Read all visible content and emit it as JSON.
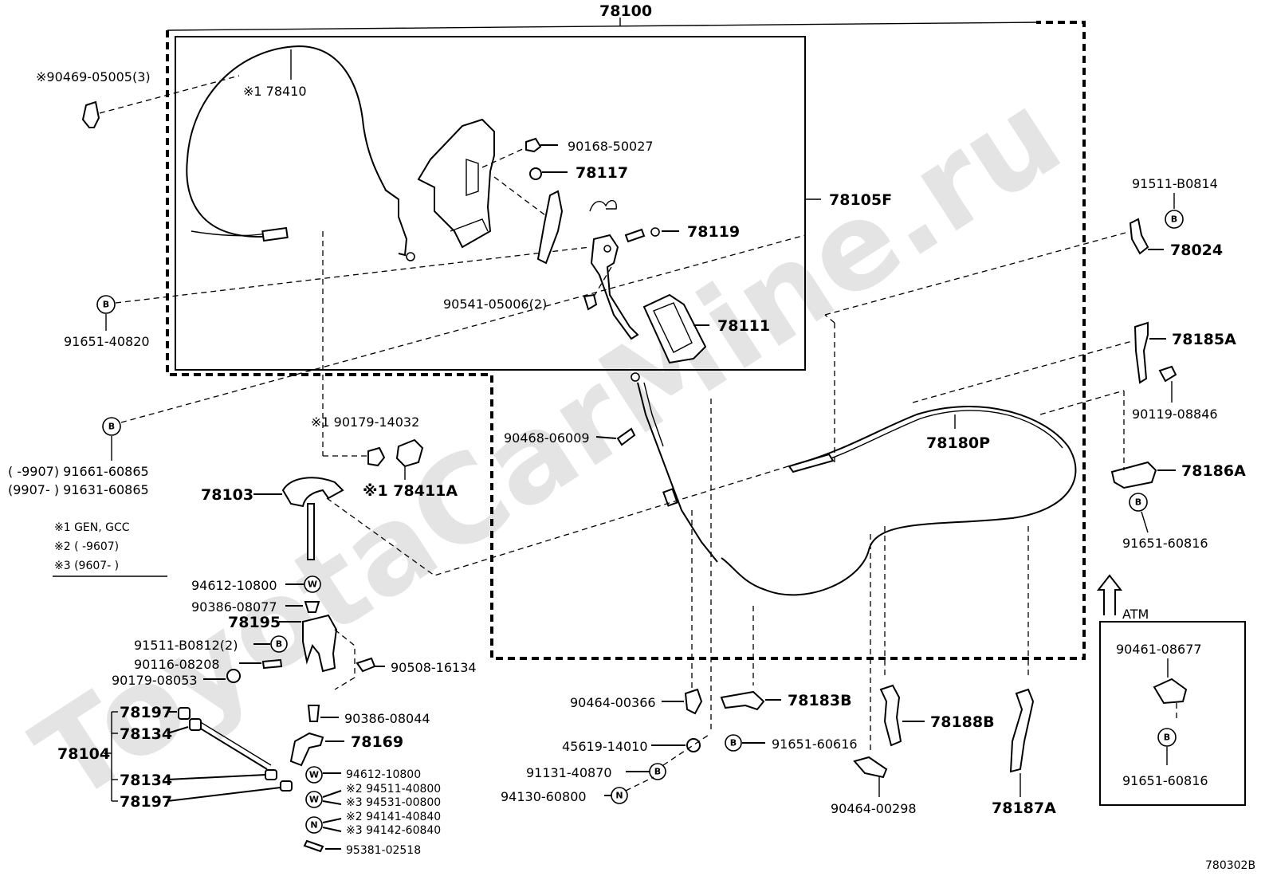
{
  "watermark": "ToyotaCarMine.ru",
  "diagram_id": "780302B",
  "group_top": "78100",
  "group_inner": "78105F",
  "group_lever": "78104",
  "legend": {
    "n1": "※1 GEN, GCC",
    "n2": "※2 (      -9607)",
    "n3": "※3 (9607-        )"
  },
  "atm_label": "ATM",
  "symbols": {
    "B": "B",
    "W": "W",
    "N": "N"
  },
  "labels": {
    "p90469": "※90469-05005(3)",
    "p78410": "※1 78410",
    "p90168": "90168-50027",
    "p78117": "78117",
    "p78119": "78119",
    "p90541": "90541-05006(2)",
    "p78111": "78111",
    "p91651_40820": "91651-40820",
    "p91511_b0814": "91511-B0814",
    "p78024": "78024",
    "p78185a": "78185A",
    "p90119": "90119-08846",
    "p90179_14032": "※1 90179-14032",
    "p78411a": "※1 78411A",
    "p91661": "(    -9907) 91661-60865",
    "p91631": "(9907-     ) 91631-60865",
    "p78103": "78103",
    "p90468": "90468-06009",
    "p78180p": "78180P",
    "p78186a": "78186A",
    "p91651_60816a": "91651-60816",
    "p94612a": "94612-10800",
    "p90386_08077": "90386-08077",
    "p78195": "78195",
    "p91511_b0812": "91511-B0812(2)",
    "p90116": "90116-08208",
    "p90508": "90508-16134",
    "p90179_08053": "90179-08053",
    "p90386_08044": "90386-08044",
    "p78197a": "78197",
    "p78134a": "78134",
    "p78169": "78169",
    "p94612b": "94612-10800",
    "p94511": "※2 94511-40800",
    "p94531": "※3 94531-00800",
    "p94141": "※2 94141-40840",
    "p94142": "※3 94142-60840",
    "p95381": "95381-02518",
    "p78134b": "78134",
    "p78197b": "78197",
    "p90464_00366": "90464-00366",
    "p45619": "45619-14010",
    "p91131": "91131-40870",
    "p94130": "94130-60800",
    "p78183b": "78183B",
    "p91651_60616": "91651-60616",
    "p78188b": "78188B",
    "p90464_00298": "90464-00298",
    "p78187a": "78187A",
    "p90461": "90461-08677",
    "p91651_60816b": "91651-60816"
  }
}
